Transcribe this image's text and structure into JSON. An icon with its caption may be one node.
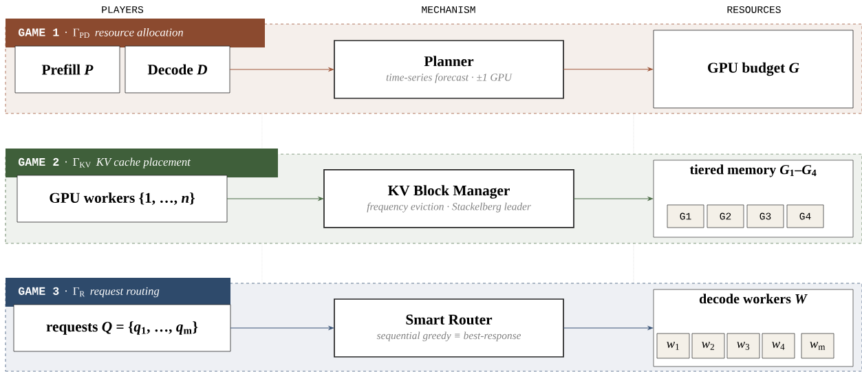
{
  "diagram": {
    "nodes": [
      {
        "text": [
          "GAME 1",
          "·",
          "Γ$_{PD}$",
          "resource allocation"
        ]
      },
      {
        "text": [
          "Prefill *P*"
        ],
        "in": 0
      },
      {
        "text": [
          "Decode *D*"
        ],
        "in": 0
      },
      {
        "text": [
          "Planner",
          "time-series forecast · ±1 GPU"
        ],
        "in": 0
      },
      {
        "text": [
          "GPU budget *G*"
        ],
        "in": 0
      },
      {
        "text": [
          "GAME 2",
          "·",
          "Γ$_{KV}$",
          "KV cache placement"
        ]
      },
      {
        "text": [
          "GPU workers {1, …, *n*}"
        ],
        "in": 5
      },
      {
        "text": [
          "KV Block Manager",
          "frequency eviction · Stackelberg leader"
        ],
        "in": 5
      },
      {
        "text": [
          "tiered memory *G*$_{1}$–*G*$_{4}$"
        ],
        "in": 5
      },
      {
        "text": [
          "G1"
        ],
        "in": 8
      },
      {
        "text": [
          "G2"
        ],
        "in": 8
      },
      {
        "text": [
          "G3"
        ],
        "in": 8
      },
      {
        "text": [
          "G4"
        ],
        "in": 8
      },
      {
        "text": [
          "GAME 3",
          "·",
          "Γ$_{R}$",
          "request routing"
        ]
      },
      {
        "text": [
          "requests *Q* = {*q*$_{1}$, …, *q*$_{m}$}"
        ],
        "in": 13
      },
      {
        "text": [
          "Smart Router",
          "sequential greedy ≡ best-response"
        ],
        "in": 13
      },
      {
        "text": [
          "decode workers *W*"
        ],
        "in": 13
      },
      {
        "text": [
          "*w*$_{1}$"
        ],
        "in": 16
      },
      {
        "text": [
          "*w*$_{2}$"
        ],
        "in": 16
      },
      {
        "text": [
          "*w*$_{3}$"
        ],
        "in": 16
      },
      {
        "text": [
          "*w*$_{4}$"
        ],
        "in": 16
      },
      {
        "text": [
          "*w*$_{m}$"
        ],
        "in": 16
      }
    ],
    "edges": [
      {
        "from": 2,
        "to": 3,
        "arrow": "to",
        "color": "#a0593c"
      },
      {
        "from": 3,
        "to": 4,
        "arrow": "to",
        "color": "#a0593c"
      },
      {
        "from": 6,
        "to": 7,
        "arrow": "to",
        "color": "#4a6b44"
      },
      {
        "from": 7,
        "to": 8,
        "arrow": "to",
        "color": "#4a6b44"
      },
      {
        "from": 14,
        "to": 15,
        "arrow": "to",
        "color": "#3b5578"
      },
      {
        "from": 15,
        "to": 16,
        "arrow": "to",
        "color": "#3b5578"
      }
    ],
    "labels": [
      "PLAYERS",
      "MECHANISM",
      "RESOURCES"
    ]
  }
}
